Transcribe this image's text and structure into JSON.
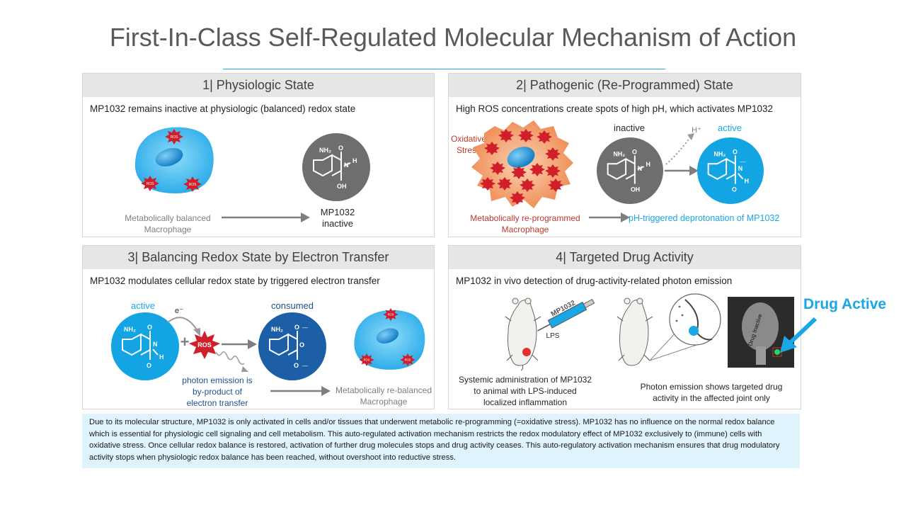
{
  "title": "First-In-Class Self-Regulated Molecular Mechanism of Action",
  "panel1": {
    "heading": "1| Physiologic State",
    "description": "MP1032 remains inactive at physiologic (balanced) redox state",
    "cell_label": "Metabolically balanced\nMacrophage",
    "result_label": "MP1032\ninactive",
    "ros": "ROS"
  },
  "panel2": {
    "heading": "2| Pathogenic (Re-Programmed) State",
    "description": "High ROS concentrations create spots of high pH, which activates MP1032",
    "stress_label": "Oxidative\nStress",
    "inactive_label": "inactive",
    "active_label": "active",
    "proton_label": "H⁺",
    "cell_label": "Metabolically re-programmed\nMacrophage",
    "result_label": "pH-triggered deprotonation of MP1032"
  },
  "panel3": {
    "heading": "3| Balancing Redox State by Electron Transfer",
    "description": "MP1032 modulates cellular redox state by triggered electron transfer",
    "active_label": "active",
    "electron_label": "e⁻",
    "plus": "+",
    "ros": "ROS",
    "consumed_label": "consumed",
    "photon_label": "photon emission is\nby-product of\nelectron transfer",
    "cell_label": "Metabolically re-balanced\nMacrophage"
  },
  "panel4": {
    "heading": "4| Targeted Drug Activity",
    "description": "MP1032 in vivo detection of drug-activity-related photon emission",
    "syringe_label": "MP1032",
    "lps_label": "LPS",
    "left_caption": "Systemic administration of MP1032\nto animal with LPS-induced\nlocalized inflammation",
    "right_caption": "Photon emission  shows targeted drug\nactivity in the affected joint only",
    "photo_label": "Drug Inactive",
    "callout": "Drug Active"
  },
  "molecule": {
    "nh2": "NH₂",
    "o": "O",
    "oh": "OH",
    "n": "N",
    "h": "H",
    "minus": "—"
  },
  "footer": "Due to its molecular structure, MP1032 is only activated in cells and/or tissues that underwent metabolic re-programming (=oxidative stress). MP1032 has no influence on the normal redox balance which is essential for physiologic cell signaling and cell metabolism. This auto-regulated activation mechanism restricts the redox modulatory effect of MP1032 exclusively to (immune) cells with oxidative stress. Once cellular redox balance is restored, activation of further drug molecules stops and drug activity ceases. This auto-regulatory activation mechanism ensures that drug modulatory activity stops when physiologic redox balance has been reached, without overshoot into reductive stress.",
  "colors": {
    "cell_blue": "#3cb6ee",
    "cell_orange": "#f2a06e",
    "ros_red": "#d01e2a",
    "molecule_grey": "#6e6e6e",
    "molecule_blue": "#12a4e3",
    "molecule_navy": "#1d5fa6",
    "accent": "#1aa7e6"
  }
}
